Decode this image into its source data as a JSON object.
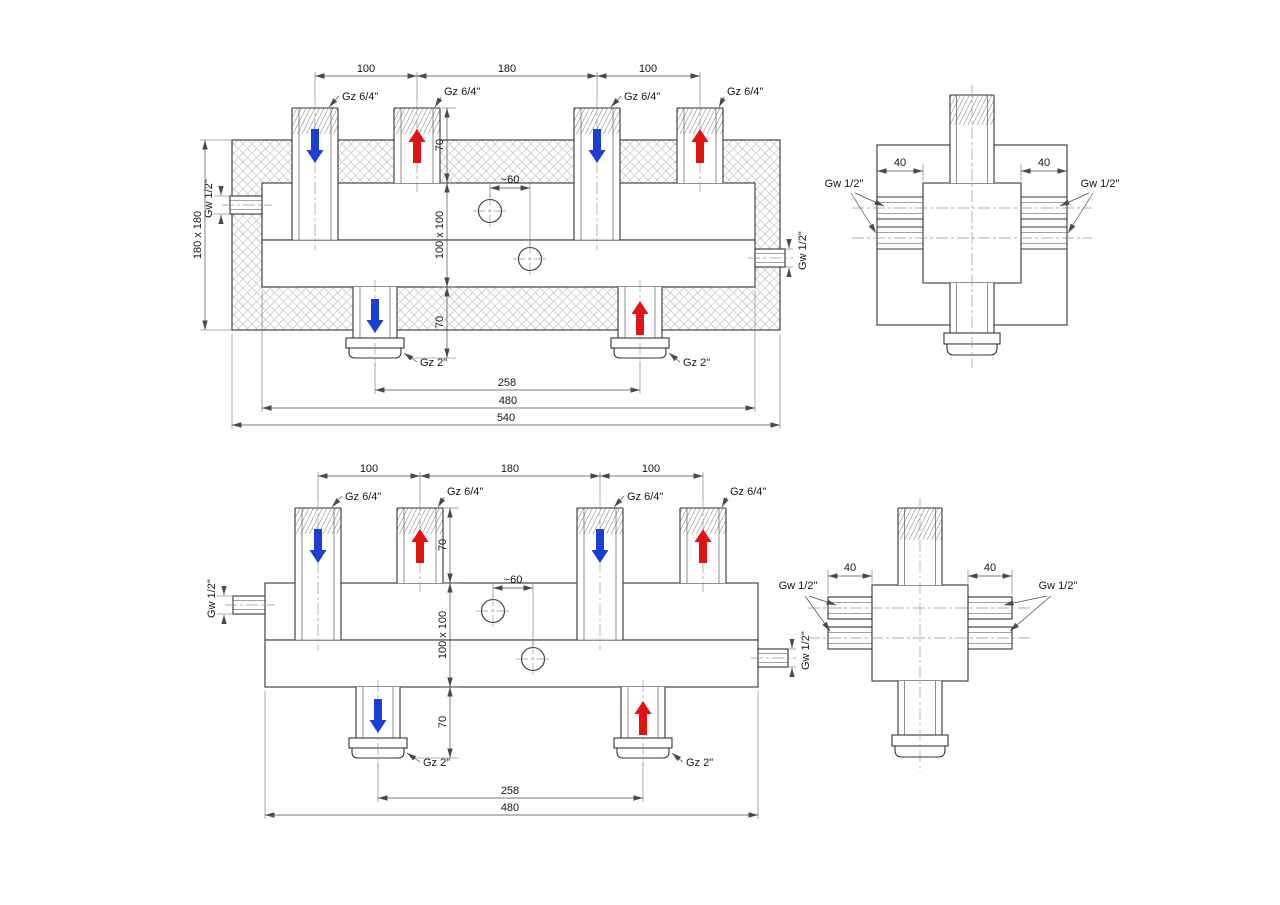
{
  "colors": {
    "flow_down_arrow": "#1d3ed2",
    "flow_up_arrow": "#e01313"
  },
  "front_view_insulated": {
    "dim_spacing_left": "100",
    "dim_spacing_center": "180",
    "dim_spacing_right": "100",
    "port1_thread": "Gz 6/4\"",
    "port2_thread": "Gz 6/4\"",
    "port3_thread": "Gz 6/4\"",
    "port4_thread": "Gz 6/4\"",
    "left_connection_thread": "Gw 1/2\"",
    "right_connection_thread": "Gw 1/2\"",
    "dim_insulation_section": "180 x 180",
    "dim_body_section": "100 x 100",
    "dim_sensor_offset": "~60",
    "dim_top_port_height": "70",
    "dim_bottom_port_height": "70",
    "bottom_port1_thread": "Gz 2\"",
    "bottom_port2_thread": "Gz 2\"",
    "dim_bottom_port_spacing": "258",
    "dim_body_length": "480",
    "dim_overall_length": "540"
  },
  "side_view_insulated": {
    "dim_left_offset": "40",
    "dim_right_offset": "40",
    "left_connection_thread": "Gw 1/2\"",
    "right_connection_thread": "Gw 1/2\""
  },
  "front_view_bare": {
    "dim_spacing_left": "100",
    "dim_spacing_center": "180",
    "dim_spacing_right": "100",
    "port1_thread": "Gz 6/4\"",
    "port2_thread": "Gz 6/4\"",
    "port3_thread": "Gz 6/4\"",
    "port4_thread": "Gz 6/4\"",
    "left_connection_thread": "Gw 1/2\"",
    "right_connection_thread": "Gw 1/2\"",
    "dim_body_section": "100 x 100",
    "dim_sensor_offset": "~60",
    "dim_top_port_height": "70",
    "dim_bottom_port_height": "70",
    "bottom_port1_thread": "Gz 2\"",
    "bottom_port2_thread": "Gz 2\"",
    "dim_bottom_port_spacing": "258",
    "dim_body_length": "480"
  },
  "side_view_bare": {
    "dim_left_offset": "40",
    "dim_right_offset": "40",
    "left_connection_thread": "Gw 1/2\"",
    "right_connection_thread": "Gw 1/2\""
  }
}
